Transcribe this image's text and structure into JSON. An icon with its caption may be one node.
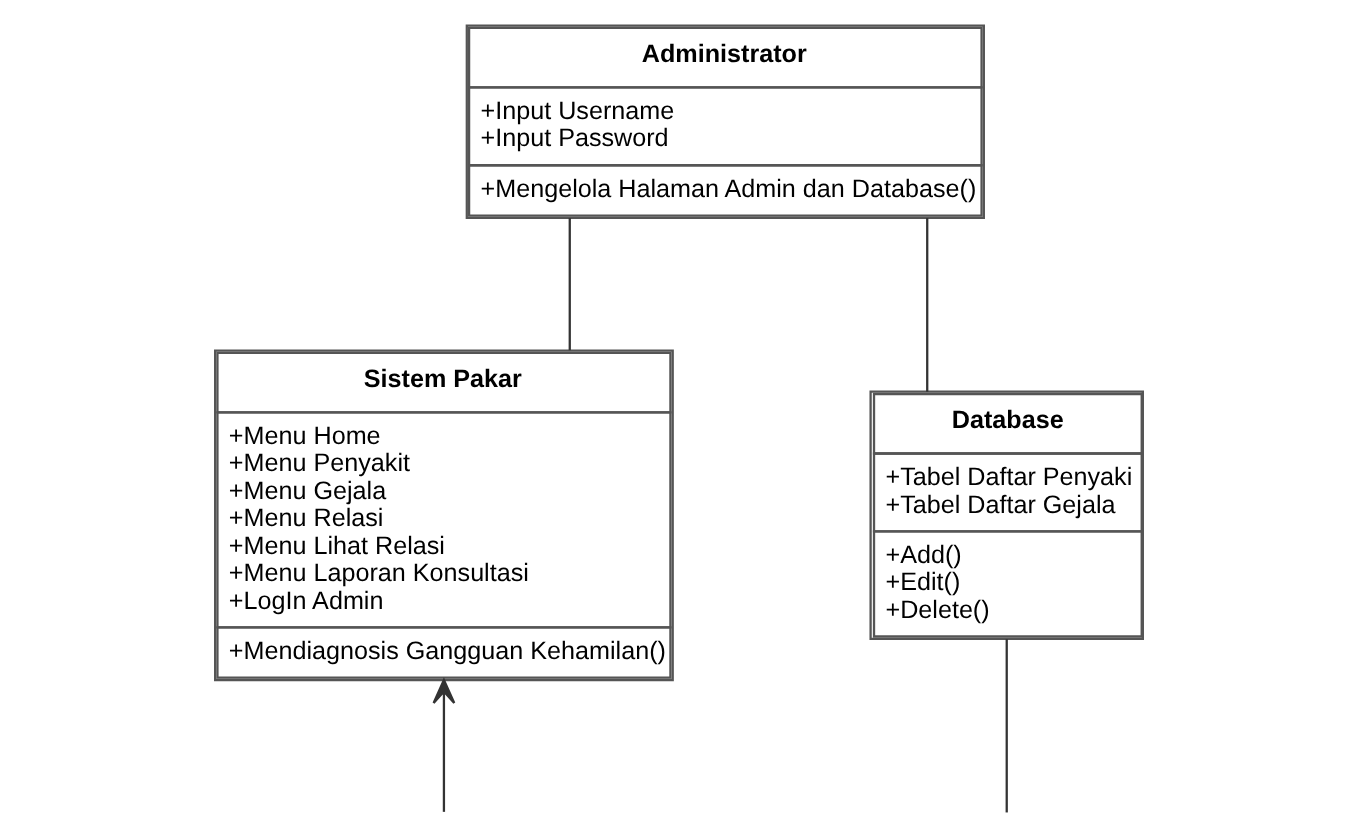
{
  "diagram": {
    "nodes": [
      {
        "text": [
          "Administrator",
          "+Input Username +Input Password",
          "+Mengelola Halaman Admin dan Database()"
        ]
      },
      {
        "text": [
          "Sistem Pakar",
          "+Menu Home +Menu Penyakit +Menu Gejala +Menu Relasi +Menu Lihat Relasi +Menu Laporan Konsultasi +LogIn Admin",
          "+Mendiagnosis Gangguan Kehamilan()"
        ]
      },
      {
        "text": [
          "Database",
          "+Tabel Daftar Penyaki +Tabel Daftar Gejala",
          "+Add() +Edit() +Delete()"
        ]
      }
    ],
    "edges": [
      {
        "from": 0,
        "to": 1,
        "arrow": "none"
      },
      {
        "from": 0,
        "to": 2,
        "arrow": "none"
      },
      {
        "from": null,
        "to": 1,
        "arrow": "to"
      },
      {
        "from": 2,
        "to": null,
        "arrow": "none"
      }
    ]
  }
}
